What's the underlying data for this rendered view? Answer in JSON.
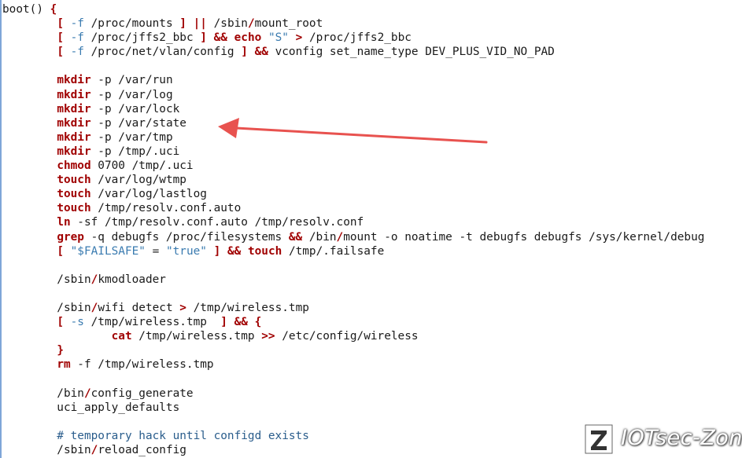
{
  "code_lines": [
    [
      {
        "t": "boot() ",
        "c": "plain"
      },
      {
        "t": "{",
        "c": "op"
      }
    ],
    [
      {
        "t": "        ",
        "c": "plain"
      },
      {
        "t": "[",
        "c": "op"
      },
      {
        "t": " -f",
        "c": "opt"
      },
      {
        "t": " /proc/mounts ",
        "c": "plain"
      },
      {
        "t": "]",
        "c": "op"
      },
      {
        "t": " ",
        "c": "plain"
      },
      {
        "t": "||",
        "c": "op"
      },
      {
        "t": " /sbin",
        "c": "plain"
      },
      {
        "t": "/",
        "c": "op"
      },
      {
        "t": "mount_root",
        "c": "plain"
      }
    ],
    [
      {
        "t": "        ",
        "c": "plain"
      },
      {
        "t": "[",
        "c": "op"
      },
      {
        "t": " -f",
        "c": "opt"
      },
      {
        "t": " /proc/jffs2_bbc ",
        "c": "plain"
      },
      {
        "t": "]",
        "c": "op"
      },
      {
        "t": " ",
        "c": "plain"
      },
      {
        "t": "&&",
        "c": "op"
      },
      {
        "t": " ",
        "c": "plain"
      },
      {
        "t": "echo",
        "c": "kw"
      },
      {
        "t": " \"S\"",
        "c": "str"
      },
      {
        "t": " ",
        "c": "plain"
      },
      {
        "t": ">",
        "c": "op"
      },
      {
        "t": " /proc/jffs2_bbc",
        "c": "plain"
      }
    ],
    [
      {
        "t": "        ",
        "c": "plain"
      },
      {
        "t": "[",
        "c": "op"
      },
      {
        "t": " -f",
        "c": "opt"
      },
      {
        "t": " /proc/net/vlan/config ",
        "c": "plain"
      },
      {
        "t": "]",
        "c": "op"
      },
      {
        "t": " ",
        "c": "plain"
      },
      {
        "t": "&&",
        "c": "op"
      },
      {
        "t": " vconfig set_name_type DEV_PLUS_VID_NO_PAD",
        "c": "plain"
      }
    ],
    [
      {
        "t": "",
        "c": "plain"
      }
    ],
    [
      {
        "t": "        ",
        "c": "plain"
      },
      {
        "t": "mkdir",
        "c": "kw"
      },
      {
        "t": " -p /var/run",
        "c": "plain"
      }
    ],
    [
      {
        "t": "        ",
        "c": "plain"
      },
      {
        "t": "mkdir",
        "c": "kw"
      },
      {
        "t": " -p /var/log",
        "c": "plain"
      }
    ],
    [
      {
        "t": "        ",
        "c": "plain"
      },
      {
        "t": "mkdir",
        "c": "kw"
      },
      {
        "t": " -p /var/lock",
        "c": "plain"
      }
    ],
    [
      {
        "t": "        ",
        "c": "plain"
      },
      {
        "t": "mkdir",
        "c": "kw"
      },
      {
        "t": " -p /var/state",
        "c": "plain"
      }
    ],
    [
      {
        "t": "        ",
        "c": "plain"
      },
      {
        "t": "mkdir",
        "c": "kw"
      },
      {
        "t": " -p /var/tmp",
        "c": "plain"
      }
    ],
    [
      {
        "t": "        ",
        "c": "plain"
      },
      {
        "t": "mkdir",
        "c": "kw"
      },
      {
        "t": " -p /tmp/.uci",
        "c": "plain"
      }
    ],
    [
      {
        "t": "        ",
        "c": "plain"
      },
      {
        "t": "chmod",
        "c": "kw"
      },
      {
        "t": " 0700 /tmp/.uci",
        "c": "plain"
      }
    ],
    [
      {
        "t": "        ",
        "c": "plain"
      },
      {
        "t": "touch",
        "c": "kw"
      },
      {
        "t": " /var/log/wtmp",
        "c": "plain"
      }
    ],
    [
      {
        "t": "        ",
        "c": "plain"
      },
      {
        "t": "touch",
        "c": "kw"
      },
      {
        "t": " /var/log/lastlog",
        "c": "plain"
      }
    ],
    [
      {
        "t": "        ",
        "c": "plain"
      },
      {
        "t": "touch",
        "c": "kw"
      },
      {
        "t": " /tmp/resolv.conf.auto",
        "c": "plain"
      }
    ],
    [
      {
        "t": "        ",
        "c": "plain"
      },
      {
        "t": "ln",
        "c": "kw"
      },
      {
        "t": " -sf /tmp/resolv.conf.auto /tmp/resolv.conf",
        "c": "plain"
      }
    ],
    [
      {
        "t": "        ",
        "c": "plain"
      },
      {
        "t": "grep",
        "c": "kw"
      },
      {
        "t": " -q debugfs /proc/filesystems ",
        "c": "plain"
      },
      {
        "t": "&&",
        "c": "op"
      },
      {
        "t": " /bin",
        "c": "plain"
      },
      {
        "t": "/",
        "c": "op"
      },
      {
        "t": "mount -o noatime -t debugfs debugfs /sys/kernel/debug",
        "c": "plain"
      }
    ],
    [
      {
        "t": "        ",
        "c": "plain"
      },
      {
        "t": "[",
        "c": "op"
      },
      {
        "t": " \"$FAILSAFE\"",
        "c": "str"
      },
      {
        "t": " = ",
        "c": "plain"
      },
      {
        "t": "\"true\"",
        "c": "str"
      },
      {
        "t": " ",
        "c": "plain"
      },
      {
        "t": "]",
        "c": "op"
      },
      {
        "t": " ",
        "c": "plain"
      },
      {
        "t": "&&",
        "c": "op"
      },
      {
        "t": " ",
        "c": "plain"
      },
      {
        "t": "touch",
        "c": "kw"
      },
      {
        "t": " /tmp/.failsafe",
        "c": "plain"
      }
    ],
    [
      {
        "t": "",
        "c": "plain"
      }
    ],
    [
      {
        "t": "        /sbin",
        "c": "plain"
      },
      {
        "t": "/",
        "c": "op"
      },
      {
        "t": "kmodloader",
        "c": "plain"
      }
    ],
    [
      {
        "t": "",
        "c": "plain"
      }
    ],
    [
      {
        "t": "        /sbin",
        "c": "plain"
      },
      {
        "t": "/",
        "c": "op"
      },
      {
        "t": "wifi detect ",
        "c": "plain"
      },
      {
        "t": ">",
        "c": "op"
      },
      {
        "t": " /tmp/wireless.tmp",
        "c": "plain"
      }
    ],
    [
      {
        "t": "        ",
        "c": "plain"
      },
      {
        "t": "[",
        "c": "op"
      },
      {
        "t": " -s",
        "c": "opt"
      },
      {
        "t": " /tmp/wireless.tmp  ",
        "c": "plain"
      },
      {
        "t": "]",
        "c": "op"
      },
      {
        "t": " ",
        "c": "plain"
      },
      {
        "t": "&&",
        "c": "op"
      },
      {
        "t": " ",
        "c": "plain"
      },
      {
        "t": "{",
        "c": "op"
      }
    ],
    [
      {
        "t": "                ",
        "c": "plain"
      },
      {
        "t": "cat",
        "c": "kw"
      },
      {
        "t": " /tmp/wireless.tmp ",
        "c": "plain"
      },
      {
        "t": ">>",
        "c": "op"
      },
      {
        "t": " /etc/config/wireless",
        "c": "plain"
      }
    ],
    [
      {
        "t": "        ",
        "c": "plain"
      },
      {
        "t": "}",
        "c": "op"
      }
    ],
    [
      {
        "t": "        ",
        "c": "plain"
      },
      {
        "t": "rm",
        "c": "kw"
      },
      {
        "t": " -f /tmp/wireless.tmp",
        "c": "plain"
      }
    ],
    [
      {
        "t": "",
        "c": "plain"
      }
    ],
    [
      {
        "t": "        /bin",
        "c": "plain"
      },
      {
        "t": "/",
        "c": "op"
      },
      {
        "t": "config_generate",
        "c": "plain"
      }
    ],
    [
      {
        "t": "        uci_apply_defaults",
        "c": "plain"
      }
    ],
    [
      {
        "t": "",
        "c": "plain"
      }
    ],
    [
      {
        "t": "        # temporary hack until configd exists",
        "c": "cm"
      }
    ],
    [
      {
        "t": "        /sbin",
        "c": "plain"
      },
      {
        "t": "/",
        "c": "op"
      },
      {
        "t": "reload_config",
        "c": "plain"
      }
    ]
  ],
  "annotation": {
    "arrow_color": "#e8524f",
    "points_to_line": "mkdir -p /var/state"
  },
  "watermark": {
    "logo_letter": "Z",
    "text": "IOTsec-Zone"
  }
}
